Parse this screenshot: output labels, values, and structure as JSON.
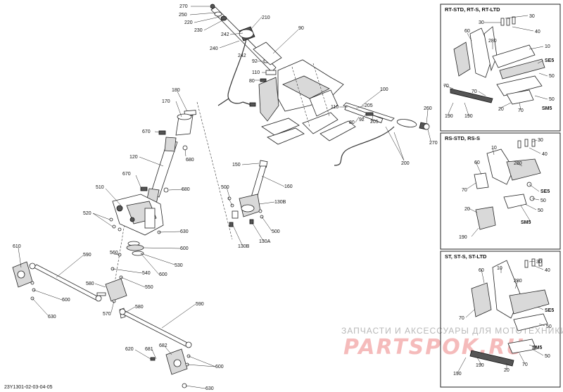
{
  "diagram_code": "23Y1301-02-03-04-05",
  "watermark": {
    "line1": "ЗАПЧАСТИ И АКСЕССУАРЫ ДЛЯ МОТОТЕХНИКИ",
    "line2": "PARTSPOK.RU"
  },
  "panels": [
    {
      "title": "RT-STD, RT-S, RT-LTD"
    },
    {
      "title": "RS-STD, RS-S"
    },
    {
      "title": "ST, ST-S, ST-LTD"
    }
  ],
  "callouts": {
    "c270a": "270",
    "c250": "250",
    "c220": "220",
    "c230": "230",
    "c210": "210",
    "c242a": "242",
    "c242b": "242",
    "c240": "240",
    "c90": "90",
    "c92a": "92",
    "c110a": "110",
    "c80a": "80",
    "c180": "180",
    "c170": "170",
    "c670a": "670",
    "c680a": "680",
    "c120": "120",
    "c670b": "670",
    "c680b": "680",
    "c510": "510",
    "c520": "520",
    "c630a": "630",
    "c600a": "600",
    "c560": "560",
    "c530": "530",
    "c540": "540",
    "c600b": "600",
    "c550": "550",
    "c580a": "580",
    "c580b": "580",
    "c570": "570",
    "c610": "610",
    "c590a": "590",
    "c600c": "600",
    "c630b": "630",
    "c590b": "590",
    "c620": "620",
    "c681": "681",
    "c682": "682",
    "c600d": "600",
    "c630c": "630",
    "c150": "150",
    "c160": "160",
    "c500a": "500",
    "c130B1": "130B",
    "c500b": "500",
    "c130B2": "130B",
    "c130A": "130A",
    "c100": "100",
    "c110b": "110",
    "c205a": "205",
    "c80b": "80",
    "c92b": "92",
    "c205b": "205",
    "c260": "260",
    "c270b": "270",
    "c200": "200",
    "p1_30a": "30",
    "p1_30b": "30",
    "p1_40": "40",
    "p1_60": "60",
    "p1_280": "280",
    "p1_10": "10",
    "p1_SE5": "SE5",
    "p1_50a": "50",
    "p1_50b": "50",
    "p1_70a": "70",
    "p1_70b": "70",
    "p1_20": "20",
    "p1_190": "190",
    "p1_SM5": "SM5",
    "p2_10": "10",
    "p2_30": "30",
    "p2_40": "40",
    "p2_60": "60",
    "p2_280": "280",
    "p2_70": "70",
    "p2_SE5": "SE5",
    "p2_50a": "50",
    "p2_20": "20",
    "p2_50b": "50",
    "p2_SM5": "SM5",
    "p2_190": "190",
    "p3_30": "30",
    "p3_40": "40",
    "p3_60": "60",
    "p3_10": "10",
    "p3_280": "280",
    "p3_SE5": "SE5",
    "p3_70": "70",
    "p3_50a": "50",
    "p3_SM5": "SM5",
    "p3_50b": "50",
    "p3_20": "20",
    "p3_70b": "70",
    "p3_190": "190"
  }
}
